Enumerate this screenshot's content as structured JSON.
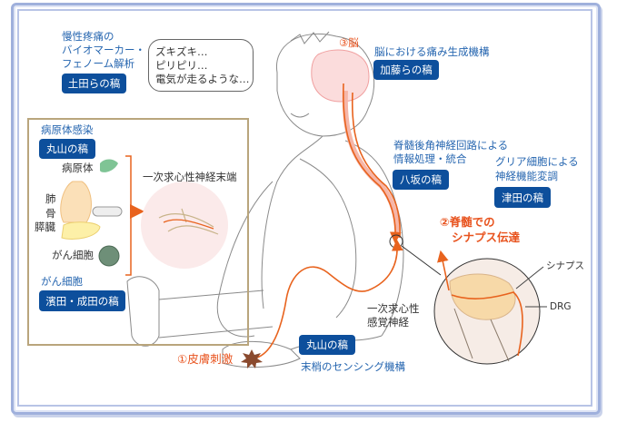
{
  "biomarker": {
    "lines": [
      "慢性疼痛の",
      "バイオマーカー・",
      "フェノーム解析"
    ],
    "badge": "土田らの稿"
  },
  "speech": {
    "lines": [
      "ズキズキ…",
      "ピリピリ…",
      "電気が走るような…"
    ]
  },
  "infection_box": {
    "title": "病原体感染",
    "badge": "丸山の稿",
    "pathogen": "病原体",
    "lung": "肺",
    "bone": "骨",
    "pancreas": "膵臓",
    "cancer_cell": "がん細胞",
    "nerve_ending": "一次求心性神経末端",
    "cancer_title": "がん細胞",
    "cancer_badge": "濱田・成田の稿"
  },
  "brain": {
    "step": "③脳",
    "desc": "脳における痛み生成機構",
    "badge": "加藤らの稿"
  },
  "dorsal_horn": {
    "lines": [
      "脊髄後角神経回路による",
      "情報処理・統合"
    ],
    "badge": "八坂の稿"
  },
  "glia": {
    "lines": [
      "グリア細胞による",
      "神経機能変調"
    ],
    "badge": "津田の稿"
  },
  "spinal": {
    "lines": [
      "②脊髄での",
      "シナプス伝達"
    ],
    "synapse": "シナプス",
    "drg": "DRG"
  },
  "afferent": {
    "lines": [
      "一次求心性",
      "感覚神経"
    ]
  },
  "peripheral": {
    "badge": "丸山の稿",
    "desc": "末梢のセンシング機構"
  },
  "skin": {
    "step": "①皮膚刺激"
  },
  "colors": {
    "badge": "#0d4f9c",
    "label_blue": "#2666b0",
    "accent_orange": "#e8531e",
    "box_border": "#b9a57c"
  }
}
